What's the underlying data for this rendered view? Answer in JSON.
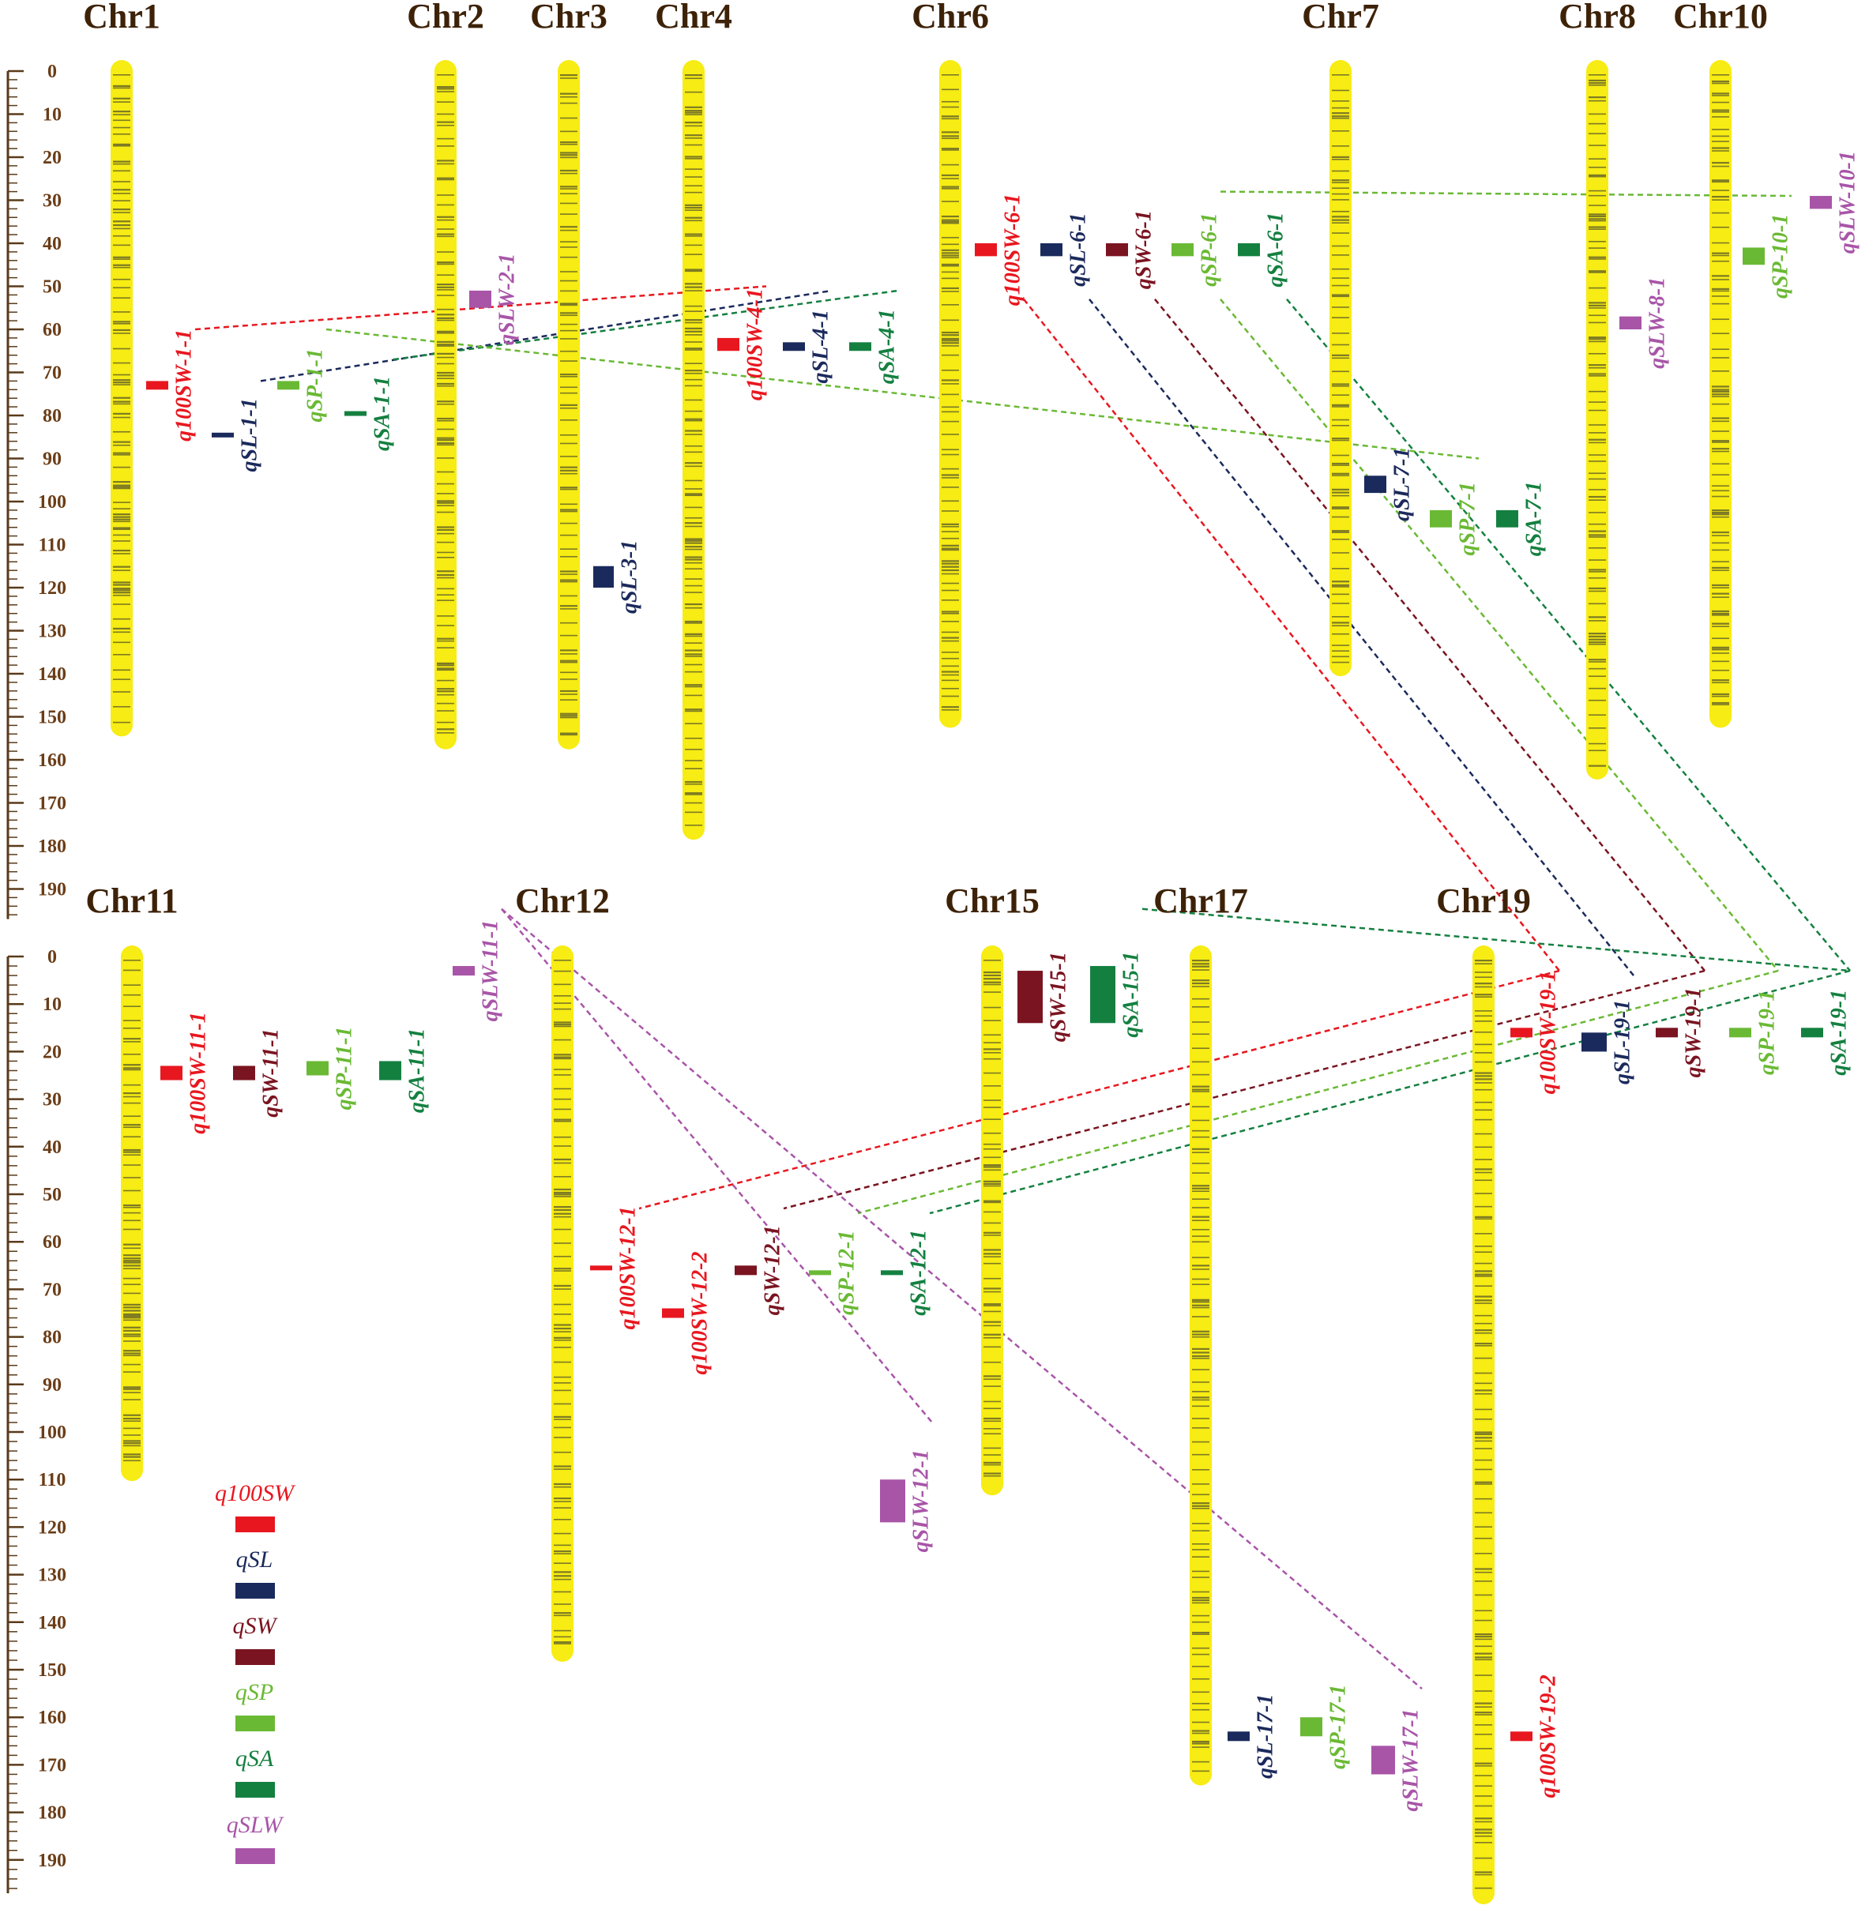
{
  "colors": {
    "chromosome": "#f7ec13",
    "band": "#7d7a24",
    "axis": "#5a3a1a",
    "q100SW": "#e8171f",
    "qSL": "#1b2a5c",
    "qSW": "#7a1420",
    "qSP": "#6ab934",
    "qSA": "#148040",
    "qSLW": "#a855a8"
  },
  "axis": {
    "ticks": [
      "0",
      "10",
      "20",
      "30",
      "40",
      "50",
      "60",
      "70",
      "80",
      "90",
      "100",
      "110",
      "120",
      "130",
      "140",
      "150",
      "160",
      "170",
      "180",
      "190"
    ]
  },
  "panels": [
    {
      "chromosomes": [
        {
          "name": "Chr1",
          "length": 152
        },
        {
          "name": "Chr2",
          "length": 155
        },
        {
          "name": "Chr3",
          "length": 155
        },
        {
          "name": "Chr4",
          "length": 176
        },
        {
          "name": "Chr6",
          "length": 150
        },
        {
          "name": "Chr7",
          "length": 138
        },
        {
          "name": "Chr8",
          "length": 162
        },
        {
          "name": "Chr10",
          "length": 150
        }
      ],
      "qtls": [
        {
          "name": "q100SW-1-1",
          "type": "q100SW",
          "chr": "Chr1",
          "start": 72,
          "end": 74
        },
        {
          "name": "qSL-1-1",
          "type": "qSL",
          "chr": "Chr1",
          "start": 84,
          "end": 85
        },
        {
          "name": "qSP-1-1",
          "type": "qSP",
          "chr": "Chr1",
          "start": 72,
          "end": 74
        },
        {
          "name": "qSA-1-1",
          "type": "qSA",
          "chr": "Chr1",
          "start": 79,
          "end": 80
        },
        {
          "name": "qSLW-2-1",
          "type": "qSLW",
          "chr": "Chr2",
          "start": 51,
          "end": 55
        },
        {
          "name": "qSL-3-1",
          "type": "qSL",
          "chr": "Chr3",
          "start": 115,
          "end": 120
        },
        {
          "name": "q100SW-4-1",
          "type": "q100SW",
          "chr": "Chr4",
          "start": 62,
          "end": 65
        },
        {
          "name": "qSL-4-1",
          "type": "qSL",
          "chr": "Chr4",
          "start": 63,
          "end": 65
        },
        {
          "name": "qSA-4-1",
          "type": "qSA",
          "chr": "Chr4",
          "start": 63,
          "end": 65
        },
        {
          "name": "q100SW-6-1",
          "type": "q100SW",
          "chr": "Chr6",
          "start": 40,
          "end": 43
        },
        {
          "name": "qSL-6-1",
          "type": "qSL",
          "chr": "Chr6",
          "start": 40,
          "end": 43
        },
        {
          "name": "qSW-6-1",
          "type": "qSW",
          "chr": "Chr6",
          "start": 40,
          "end": 43
        },
        {
          "name": "qSP-6-1",
          "type": "qSP",
          "chr": "Chr6",
          "start": 40,
          "end": 43
        },
        {
          "name": "qSA-6-1",
          "type": "qSA",
          "chr": "Chr6",
          "start": 40,
          "end": 43
        },
        {
          "name": "qSL-7-1",
          "type": "qSL",
          "chr": "Chr7",
          "start": 94,
          "end": 98
        },
        {
          "name": "qSP-7-1",
          "type": "qSP",
          "chr": "Chr7",
          "start": 102,
          "end": 106
        },
        {
          "name": "qSA-7-1",
          "type": "qSA",
          "chr": "Chr7",
          "start": 102,
          "end": 106
        },
        {
          "name": "qSLW-8-1",
          "type": "qSLW",
          "chr": "Chr8",
          "start": 57,
          "end": 60
        },
        {
          "name": "qSP-10-1",
          "type": "qSP",
          "chr": "Chr10",
          "start": 41,
          "end": 45
        },
        {
          "name": "qSLW-10-1",
          "type": "qSLW",
          "chr": "Chr10",
          "start": 29,
          "end": 32
        }
      ]
    },
    {
      "chromosomes": [
        {
          "name": "Chr11",
          "length": 108
        },
        {
          "name": "Chr12",
          "length": 146
        },
        {
          "name": "Chr15",
          "length": 111
        },
        {
          "name": "Chr17",
          "length": 172
        },
        {
          "name": "Chr19",
          "length": 197
        }
      ],
      "qtls": [
        {
          "name": "qSLW-11-1",
          "type": "qSLW",
          "chr": "Chr11",
          "start": 2,
          "end": 4
        },
        {
          "name": "q100SW-11-1",
          "type": "q100SW",
          "chr": "Chr11",
          "start": 23,
          "end": 26
        },
        {
          "name": "qSW-11-1",
          "type": "qSW",
          "chr": "Chr11",
          "start": 23,
          "end": 26
        },
        {
          "name": "qSP-11-1",
          "type": "qSP",
          "chr": "Chr11",
          "start": 22,
          "end": 25
        },
        {
          "name": "qSA-11-1",
          "type": "qSA",
          "chr": "Chr11",
          "start": 22,
          "end": 26
        },
        {
          "name": "q100SW-12-1",
          "type": "q100SW",
          "chr": "Chr12",
          "start": 65,
          "end": 66
        },
        {
          "name": "q100SW-12-2",
          "type": "q100SW",
          "chr": "Chr12",
          "start": 74,
          "end": 76
        },
        {
          "name": "qSW-12-1",
          "type": "qSW",
          "chr": "Chr12",
          "start": 65,
          "end": 67
        },
        {
          "name": "qSP-12-1",
          "type": "qSP",
          "chr": "Chr12",
          "start": 66,
          "end": 67
        },
        {
          "name": "qSA-12-1",
          "type": "qSA",
          "chr": "Chr12",
          "start": 66,
          "end": 67
        },
        {
          "name": "qSLW-12-1",
          "type": "qSLW",
          "chr": "Chr12",
          "start": 110,
          "end": 119
        },
        {
          "name": "qSW-15-1",
          "type": "qSW",
          "chr": "Chr15",
          "start": 3,
          "end": 14
        },
        {
          "name": "qSA-15-1",
          "type": "qSA",
          "chr": "Chr15",
          "start": 2,
          "end": 14
        },
        {
          "name": "qSL-17-1",
          "type": "qSL",
          "chr": "Chr17",
          "start": 163,
          "end": 165
        },
        {
          "name": "qSP-17-1",
          "type": "qSP",
          "chr": "Chr17",
          "start": 160,
          "end": 164
        },
        {
          "name": "qSLW-17-1",
          "type": "qSLW",
          "chr": "Chr17",
          "start": 166,
          "end": 172
        },
        {
          "name": "q100SW-19-1",
          "type": "q100SW",
          "chr": "Chr19",
          "start": 15,
          "end": 17
        },
        {
          "name": "qSL-19-1",
          "type": "qSL",
          "chr": "Chr19",
          "start": 16,
          "end": 20
        },
        {
          "name": "qSW-19-1",
          "type": "qSW",
          "chr": "Chr19",
          "start": 15,
          "end": 17
        },
        {
          "name": "qSP-19-1",
          "type": "qSP",
          "chr": "Chr19",
          "start": 15,
          "end": 17
        },
        {
          "name": "qSA-19-1",
          "type": "qSA",
          "chr": "Chr19",
          "start": 15,
          "end": 17
        },
        {
          "name": "q100SW-19-2",
          "type": "q100SW",
          "chr": "Chr19",
          "start": 163,
          "end": 165
        }
      ]
    }
  ],
  "links": [
    {
      "from": "q100SW-1-1",
      "to": "q100SW-4-1",
      "type": "q100SW"
    },
    {
      "from": "qSL-1-1",
      "to": "qSL-4-1",
      "type": "qSL"
    },
    {
      "from": "qSA-1-1",
      "to": "qSA-4-1",
      "type": "qSA"
    },
    {
      "from": "qSP-1-1",
      "to": "qSP-7-1",
      "type": "qSP"
    },
    {
      "from": "qSP-6-1",
      "to": "qSP-10-1",
      "type": "qSP"
    },
    {
      "from": "q100SW-6-1",
      "to": "q100SW-19-1",
      "type": "q100SW"
    },
    {
      "from": "qSL-6-1",
      "to": "qSL-19-1",
      "type": "qSL"
    },
    {
      "from": "qSW-6-1",
      "to": "qSW-19-1",
      "type": "qSW"
    },
    {
      "from": "qSP-6-1",
      "to": "qSP-19-1",
      "type": "qSP"
    },
    {
      "from": "qSA-6-1",
      "to": "qSA-19-1",
      "type": "qSA"
    },
    {
      "from": "qSA-15-1",
      "to": "qSA-19-1",
      "type": "qSA"
    },
    {
      "from": "q100SW-19-1",
      "to": "q100SW-12-1",
      "type": "q100SW"
    },
    {
      "from": "qSW-19-1",
      "to": "qSW-12-1",
      "type": "qSW"
    },
    {
      "from": "qSP-19-1",
      "to": "qSP-12-1",
      "type": "qSP"
    },
    {
      "from": "qSA-19-1",
      "to": "qSA-12-1",
      "type": "qSA"
    },
    {
      "from": "qSLW-11-1",
      "to": "qSLW-12-1",
      "type": "qSLW"
    },
    {
      "from": "qSLW-11-1",
      "to": "qSLW-17-1",
      "type": "qSLW"
    }
  ],
  "legend": [
    {
      "label": "q100SW",
      "type": "q100SW"
    },
    {
      "label": "qSL",
      "type": "qSL"
    },
    {
      "label": "qSW",
      "type": "qSW"
    },
    {
      "label": "qSP",
      "type": "qSP"
    },
    {
      "label": "qSA",
      "type": "qSA"
    },
    {
      "label": "qSLW",
      "type": "qSLW"
    }
  ]
}
